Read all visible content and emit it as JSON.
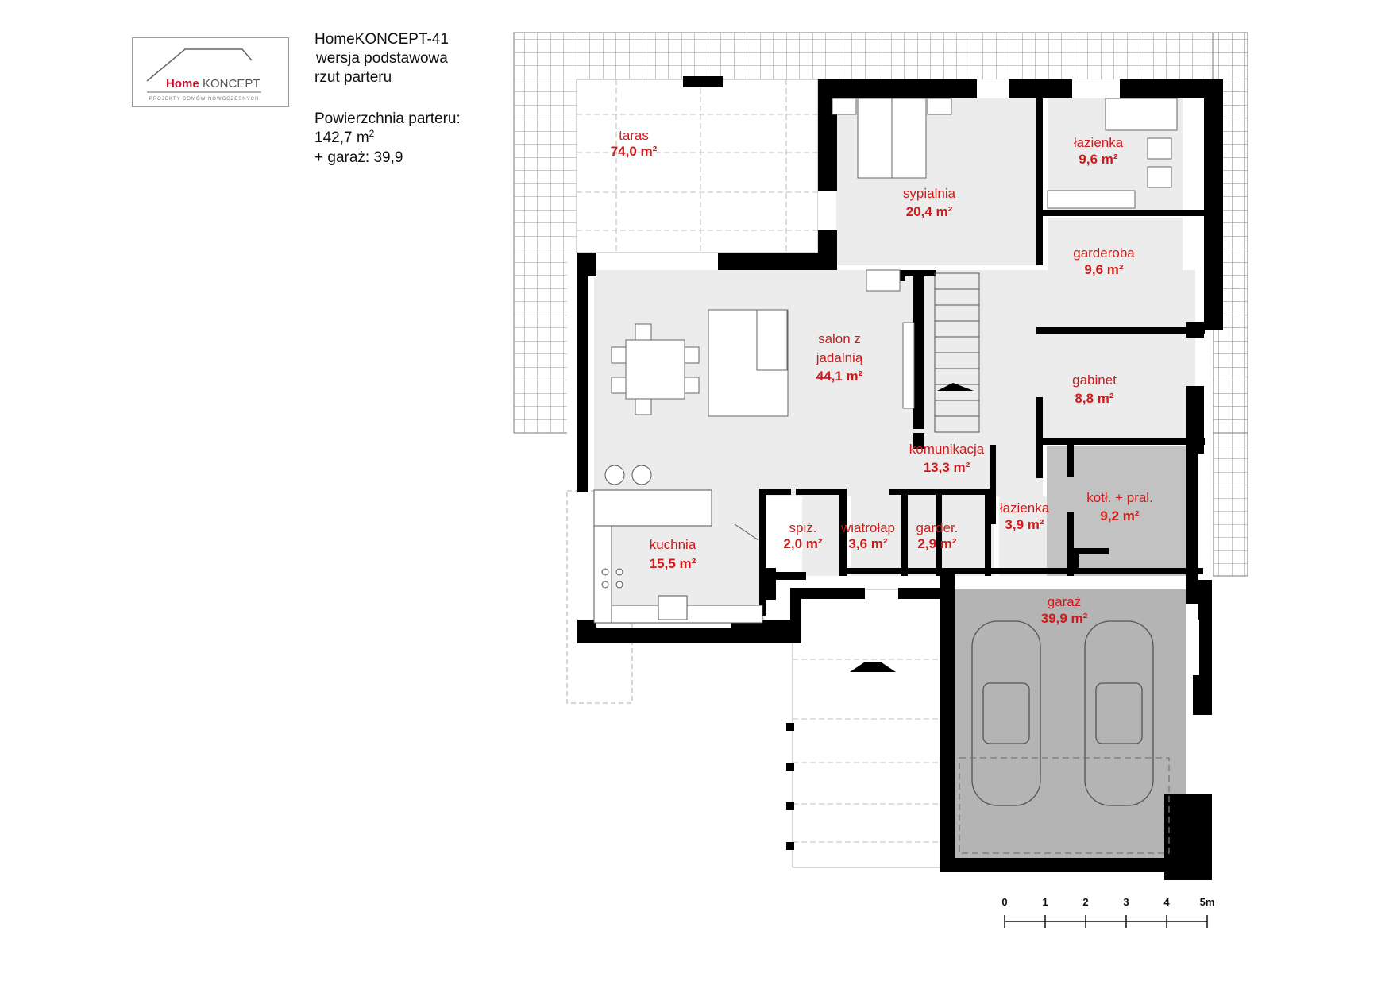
{
  "header": {
    "project_name": "HomeKONCEPT-41",
    "variant": "wersja podstawowa",
    "view": "rzut parteru"
  },
  "area_summary": {
    "label": "Powierzchnia parteru:",
    "ground_floor_value": "142,7 m",
    "ground_floor_unit_sup": "2",
    "garage": "+ garaż: 39,9"
  },
  "logo": {
    "brand_home": "Home",
    "brand_koncept": "KONCEPT",
    "tagline": "PROJEKTY DOMÓW NOWOCZESNYCH",
    "colors": {
      "home": "#c8102e",
      "koncept": "#555555"
    }
  },
  "rooms": {
    "taras": {
      "name": "taras",
      "area": "74,0 m²"
    },
    "sypialnia": {
      "name": "sypialnia",
      "area": "20,4 m²"
    },
    "lazienka1": {
      "name": "łazienka",
      "area": "9,6 m²"
    },
    "garderoba": {
      "name": "garderoba",
      "area": "9,6 m²"
    },
    "salon_line1": "salon z",
    "salon_line2": "jadalnią",
    "salon_area": "44,1 m²",
    "gabinet": {
      "name": "gabinet",
      "area": "8,8 m²"
    },
    "komunikacja": {
      "name": "komunikacja",
      "area": "13,3 m²"
    },
    "kotl": {
      "name": "kotł. + pral.",
      "area": "9,2 m²"
    },
    "kuchnia": {
      "name": "kuchnia",
      "area": "15,5 m²"
    },
    "spiz": {
      "name": "spiż.",
      "area": "2,0 m²"
    },
    "wiatrolap": {
      "name": "wiatrołap",
      "area": "3,6 m²"
    },
    "garder": {
      "name": "garder.",
      "area": "2,9 m²"
    },
    "lazienka2": {
      "name": "łazienka",
      "area": "3,9 m²"
    },
    "garaz": {
      "name": "garaż",
      "area": "39,9 m²"
    }
  },
  "scale_bar": {
    "ticks": [
      "0",
      "1",
      "2",
      "3",
      "4",
      "5m"
    ]
  },
  "colors": {
    "label_red": "#d01a1a",
    "wall": "#000000",
    "floor_light": "#ececec",
    "garage_fill": "#b4b4b4",
    "boiler_fill": "#c2c2c2"
  }
}
